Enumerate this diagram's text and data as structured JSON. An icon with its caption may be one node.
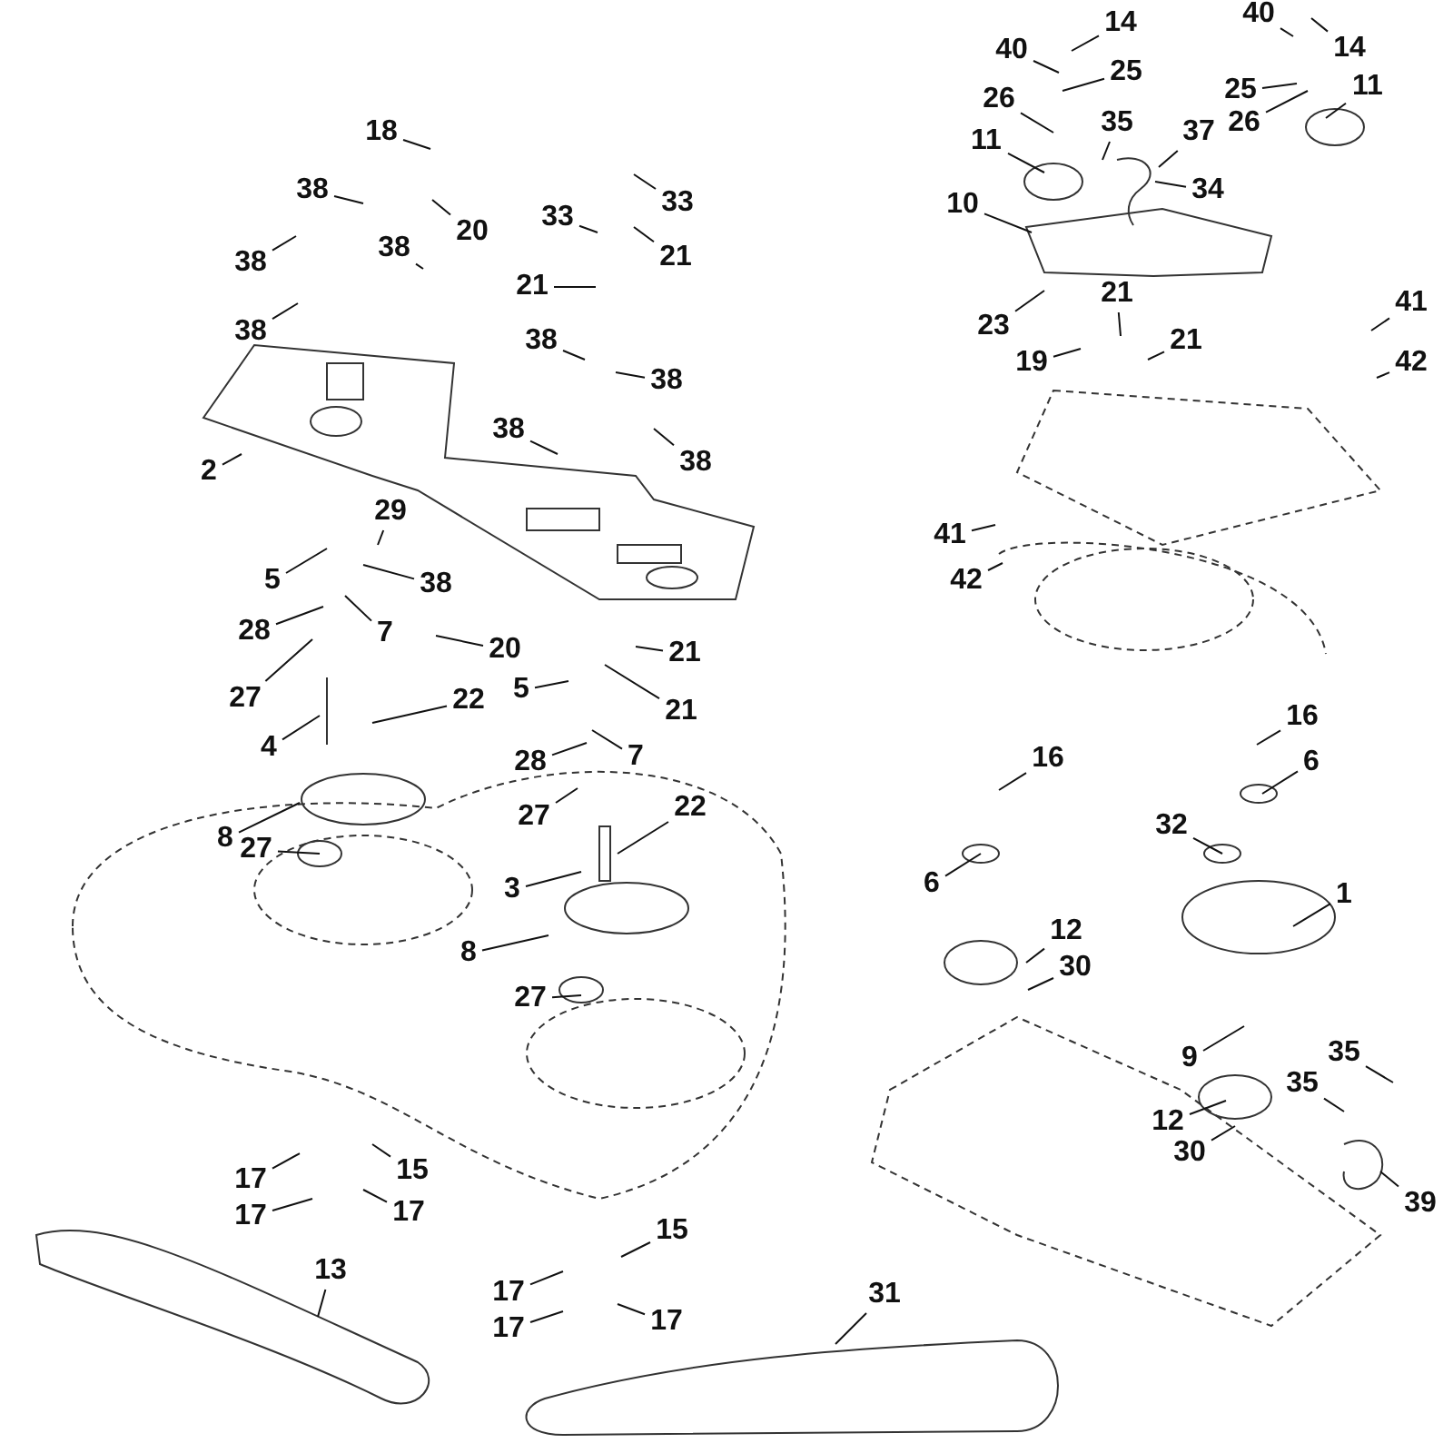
{
  "diagram": {
    "nodes": [
      {
        "text": [
          "18"
        ]
      },
      {
        "text": [
          "38"
        ]
      },
      {
        "text": [
          "38"
        ]
      },
      {
        "text": [
          "38"
        ]
      },
      {
        "text": [
          "20"
        ]
      },
      {
        "text": [
          "33"
        ]
      },
      {
        "text": [
          "33"
        ]
      },
      {
        "text": [
          "21"
        ]
      },
      {
        "text": [
          "21"
        ]
      },
      {
        "text": [
          "38"
        ]
      },
      {
        "text": [
          "38"
        ]
      },
      {
        "text": [
          "38"
        ]
      },
      {
        "text": [
          "38"
        ]
      },
      {
        "text": [
          "38"
        ]
      },
      {
        "text": [
          "2"
        ]
      },
      {
        "text": [
          "29"
        ]
      },
      {
        "text": [
          "5"
        ]
      },
      {
        "text": [
          "38"
        ]
      },
      {
        "text": [
          "7"
        ]
      },
      {
        "text": [
          "28"
        ]
      },
      {
        "text": [
          "27"
        ]
      },
      {
        "text": [
          "20"
        ]
      },
      {
        "text": [
          "21"
        ]
      },
      {
        "text": [
          "21"
        ]
      },
      {
        "text": [
          "5"
        ]
      },
      {
        "text": [
          "22"
        ]
      },
      {
        "text": [
          "4"
        ]
      },
      {
        "text": [
          "7"
        ]
      },
      {
        "text": [
          "28"
        ]
      },
      {
        "text": [
          "27"
        ]
      },
      {
        "text": [
          "8"
        ]
      },
      {
        "text": [
          "27"
        ]
      },
      {
        "text": [
          "22"
        ]
      },
      {
        "text": [
          "3"
        ]
      },
      {
        "text": [
          "8"
        ]
      },
      {
        "text": [
          "27"
        ]
      },
      {
        "text": [
          "17"
        ]
      },
      {
        "text": [
          "15"
        ]
      },
      {
        "text": [
          "17"
        ]
      },
      {
        "text": [
          "17"
        ]
      },
      {
        "text": [
          "13"
        ]
      },
      {
        "text": [
          "15"
        ]
      },
      {
        "text": [
          "17"
        ]
      },
      {
        "text": [
          "17"
        ]
      },
      {
        "text": [
          "17"
        ]
      },
      {
        "text": [
          "31"
        ]
      },
      {
        "text": [
          "40"
        ]
      },
      {
        "text": [
          "14"
        ]
      },
      {
        "text": [
          "25"
        ]
      },
      {
        "text": [
          "26"
        ]
      },
      {
        "text": [
          "35"
        ]
      },
      {
        "text": [
          "37"
        ]
      },
      {
        "text": [
          "11"
        ]
      },
      {
        "text": [
          "34"
        ]
      },
      {
        "text": [
          "10"
        ]
      },
      {
        "text": [
          "23"
        ]
      },
      {
        "text": [
          "19"
        ]
      },
      {
        "text": [
          "21"
        ]
      },
      {
        "text": [
          "21"
        ]
      },
      {
        "text": [
          "40"
        ]
      },
      {
        "text": [
          "14"
        ]
      },
      {
        "text": [
          "25"
        ]
      },
      {
        "text": [
          "26"
        ]
      },
      {
        "text": [
          "11"
        ]
      },
      {
        "text": [
          "41"
        ]
      },
      {
        "text": [
          "42"
        ]
      },
      {
        "text": [
          "41"
        ]
      },
      {
        "text": [
          "42"
        ]
      },
      {
        "text": [
          "16"
        ]
      },
      {
        "text": [
          "6"
        ]
      },
      {
        "text": [
          "16"
        ]
      },
      {
        "text": [
          "32"
        ]
      },
      {
        "text": [
          "6"
        ]
      },
      {
        "text": [
          "1"
        ]
      },
      {
        "text": [
          "12"
        ]
      },
      {
        "text": [
          "30"
        ]
      },
      {
        "text": [
          "9"
        ]
      },
      {
        "text": [
          "35"
        ]
      },
      {
        "text": [
          "35"
        ]
      },
      {
        "text": [
          "12"
        ]
      },
      {
        "text": [
          "30"
        ]
      },
      {
        "text": [
          "39"
        ]
      }
    ],
    "edges": [
      {
        "from": 0,
        "to": null,
        "arrow": "none"
      },
      {
        "from": 1,
        "to": null,
        "arrow": "none"
      },
      {
        "from": 2,
        "to": null,
        "arrow": "none"
      },
      {
        "from": 3,
        "to": null,
        "arrow": "none"
      },
      {
        "from": 4,
        "to": null,
        "arrow": "none"
      },
      {
        "from": 5,
        "to": null,
        "arrow": "none"
      },
      {
        "from": 6,
        "to": null,
        "arrow": "none"
      },
      {
        "from": 7,
        "to": null,
        "arrow": "none"
      },
      {
        "from": 8,
        "to": null,
        "arrow": "none"
      },
      {
        "from": 9,
        "to": null,
        "arrow": "none"
      },
      {
        "from": 10,
        "to": null,
        "arrow": "none"
      },
      {
        "from": 11,
        "to": null,
        "arrow": "none"
      },
      {
        "from": 12,
        "to": null,
        "arrow": "none"
      },
      {
        "from": 13,
        "to": null,
        "arrow": "none"
      },
      {
        "from": 14,
        "to": null,
        "arrow": "none"
      },
      {
        "from": 15,
        "to": null,
        "arrow": "none"
      },
      {
        "from": 16,
        "to": null,
        "arrow": "none"
      },
      {
        "from": 17,
        "to": null,
        "arrow": "none"
      },
      {
        "from": 18,
        "to": null,
        "arrow": "none"
      },
      {
        "from": 19,
        "to": null,
        "arrow": "none"
      },
      {
        "from": 20,
        "to": null,
        "arrow": "none"
      },
      {
        "from": 21,
        "to": null,
        "arrow": "none"
      },
      {
        "from": 22,
        "to": null,
        "arrow": "none"
      },
      {
        "from": 23,
        "to": null,
        "arrow": "none"
      },
      {
        "from": 24,
        "to": null,
        "arrow": "none"
      },
      {
        "from": 25,
        "to": null,
        "arrow": "none"
      },
      {
        "from": 26,
        "to": null,
        "arrow": "none"
      },
      {
        "from": 27,
        "to": null,
        "arrow": "none"
      },
      {
        "from": 28,
        "to": null,
        "arrow": "none"
      },
      {
        "from": 29,
        "to": null,
        "arrow": "none"
      },
      {
        "from": 30,
        "to": null,
        "arrow": "none"
      },
      {
        "from": 31,
        "to": null,
        "arrow": "none"
      },
      {
        "from": 32,
        "to": null,
        "arrow": "none"
      },
      {
        "from": 33,
        "to": null,
        "arrow": "none"
      },
      {
        "from": 34,
        "to": null,
        "arrow": "none"
      },
      {
        "from": 35,
        "to": null,
        "arrow": "none"
      },
      {
        "from": 36,
        "to": null,
        "arrow": "none"
      },
      {
        "from": 37,
        "to": null,
        "arrow": "none"
      },
      {
        "from": 38,
        "to": null,
        "arrow": "none"
      },
      {
        "from": 39,
        "to": null,
        "arrow": "none"
      },
      {
        "from": 40,
        "to": null,
        "arrow": "none"
      },
      {
        "from": 41,
        "to": null,
        "arrow": "none"
      },
      {
        "from": 42,
        "to": null,
        "arrow": "none"
      },
      {
        "from": 43,
        "to": null,
        "arrow": "none"
      },
      {
        "from": 44,
        "to": null,
        "arrow": "none"
      },
      {
        "from": 45,
        "to": null,
        "arrow": "none"
      },
      {
        "from": 46,
        "to": null,
        "arrow": "none"
      },
      {
        "from": 47,
        "to": null,
        "arrow": "none"
      },
      {
        "from": 48,
        "to": null,
        "arrow": "none"
      },
      {
        "from": 49,
        "to": null,
        "arrow": "none"
      },
      {
        "from": 50,
        "to": null,
        "arrow": "none"
      },
      {
        "from": 51,
        "to": null,
        "arrow": "none"
      },
      {
        "from": 52,
        "to": null,
        "arrow": "none"
      },
      {
        "from": 53,
        "to": null,
        "arrow": "none"
      },
      {
        "from": 54,
        "to": null,
        "arrow": "none"
      },
      {
        "from": 55,
        "to": null,
        "arrow": "none"
      },
      {
        "from": 56,
        "to": null,
        "arrow": "none"
      },
      {
        "from": 57,
        "to": null,
        "arrow": "none"
      },
      {
        "from": 58,
        "to": null,
        "arrow": "none"
      },
      {
        "from": 59,
        "to": null,
        "arrow": "none"
      },
      {
        "from": 60,
        "to": null,
        "arrow": "none"
      },
      {
        "from": 61,
        "to": null,
        "arrow": "none"
      },
      {
        "from": 62,
        "to": null,
        "arrow": "none"
      },
      {
        "from": 63,
        "to": null,
        "arrow": "none"
      },
      {
        "from": 64,
        "to": null,
        "arrow": "none"
      },
      {
        "from": 65,
        "to": null,
        "arrow": "none"
      },
      {
        "from": 66,
        "to": null,
        "arrow": "none"
      },
      {
        "from": 67,
        "to": null,
        "arrow": "none"
      },
      {
        "from": 68,
        "to": null,
        "arrow": "none"
      },
      {
        "from": 69,
        "to": null,
        "arrow": "none"
      },
      {
        "from": 70,
        "to": null,
        "arrow": "none"
      },
      {
        "from": 71,
        "to": null,
        "arrow": "none"
      },
      {
        "from": 72,
        "to": null,
        "arrow": "none"
      },
      {
        "from": 73,
        "to": null,
        "arrow": "none"
      },
      {
        "from": 74,
        "to": null,
        "arrow": "none"
      },
      {
        "from": 75,
        "to": null,
        "arrow": "none"
      },
      {
        "from": 76,
        "to": null,
        "arrow": "none"
      },
      {
        "from": 77,
        "to": null,
        "arrow": "none"
      },
      {
        "from": 78,
        "to": null,
        "arrow": "none"
      },
      {
        "from": 79,
        "to": null,
        "arrow": "none"
      },
      {
        "from": 80,
        "to": null,
        "arrow": "none"
      },
      {
        "from": 81,
        "to": null,
        "arrow": "none"
      }
    ]
  }
}
